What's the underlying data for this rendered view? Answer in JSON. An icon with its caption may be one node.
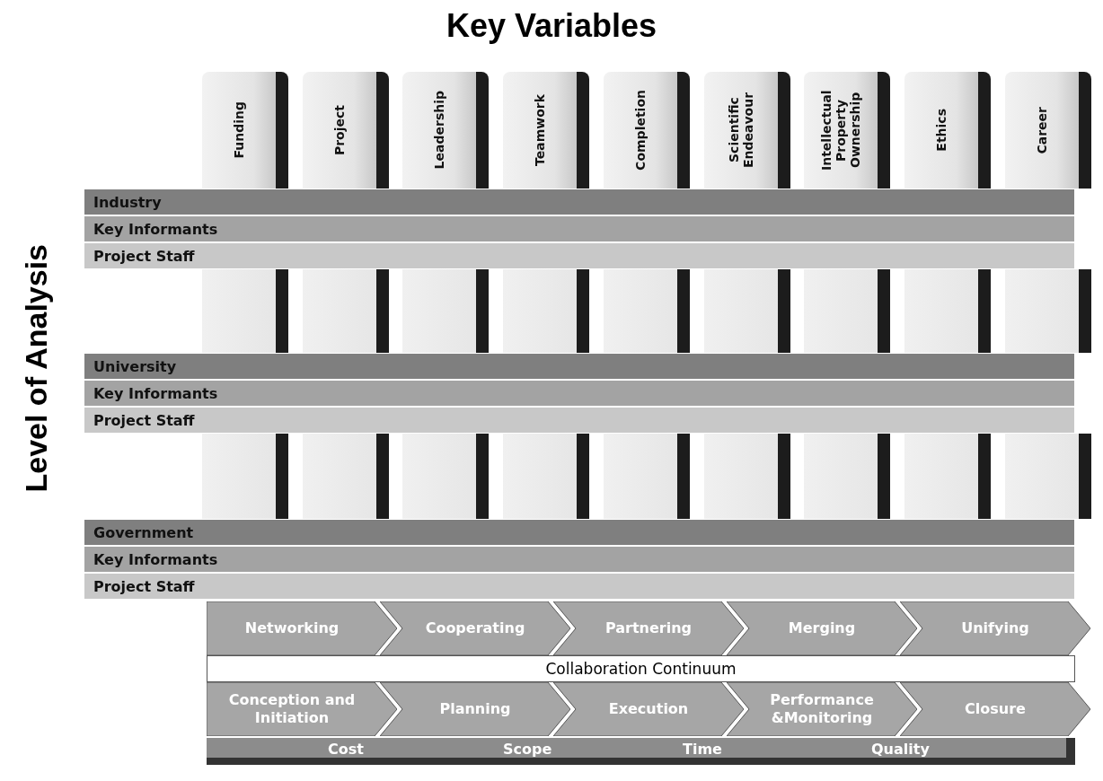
{
  "diagram": {
    "title": "Key Variables",
    "nodes": [
      {
        "text": [
          "Funding"
        ]
      },
      {
        "text": [
          "Project"
        ]
      },
      {
        "text": [
          "Leadership"
        ]
      },
      {
        "text": [
          "Teamwork"
        ]
      },
      {
        "text": [
          "Completion"
        ]
      },
      {
        "text": [
          "Scientific Endeavour"
        ]
      },
      {
        "text": [
          "Intellectual Property Ownership"
        ]
      },
      {
        "text": [
          "Ethics"
        ]
      },
      {
        "text": [
          "Career"
        ]
      },
      {
        "text": [
          "Industry"
        ]
      },
      {
        "text": [
          "Key Informants"
        ]
      },
      {
        "text": [
          "Project Staff"
        ]
      },
      {
        "text": [],
        "shape": "box"
      },
      {
        "text": [],
        "shape": "box"
      },
      {
        "text": [],
        "shape": "box"
      },
      {
        "text": [],
        "shape": "box"
      },
      {
        "text": [],
        "shape": "box"
      },
      {
        "text": [],
        "shape": "box"
      },
      {
        "text": [],
        "shape": "box"
      },
      {
        "text": [],
        "shape": "box"
      },
      {
        "text": [],
        "shape": "box"
      },
      {
        "text": [
          "University"
        ]
      },
      {
        "text": [
          "Key Informants"
        ]
      },
      {
        "text": [
          "Project Staff"
        ]
      },
      {
        "text": [],
        "shape": "box"
      },
      {
        "text": [],
        "shape": "box"
      },
      {
        "text": [],
        "shape": "box"
      },
      {
        "text": [],
        "shape": "box"
      },
      {
        "text": [],
        "shape": "box"
      },
      {
        "text": [],
        "shape": "box"
      },
      {
        "text": [],
        "shape": "box"
      },
      {
        "text": [],
        "shape": "box"
      },
      {
        "text": [],
        "shape": "box"
      },
      {
        "text": [
          "Government"
        ]
      },
      {
        "text": [
          "Key Informants"
        ]
      },
      {
        "text": [
          "Project Staff"
        ]
      },
      {
        "text": [
          "Networking"
        ]
      },
      {
        "text": [
          "Cooperating"
        ]
      },
      {
        "text": [
          "Partnering"
        ]
      },
      {
        "text": [
          "Merging"
        ]
      },
      {
        "text": [
          "Unifying"
        ]
      },
      {
        "text": [
          "Collaboration Continuum"
        ]
      },
      {
        "text": [
          "Conception and Initiation"
        ]
      },
      {
        "text": [
          "Planning"
        ]
      },
      {
        "text": [
          "Execution"
        ]
      },
      {
        "text": [
          "Performance &Monitoring"
        ]
      },
      {
        "text": [
          "Closure"
        ]
      },
      {
        "text": [
          "Cost",
          "Scope",
          "Time",
          "Quality"
        ]
      }
    ],
    "labels": [
      "Level of Analysis"
    ]
  }
}
